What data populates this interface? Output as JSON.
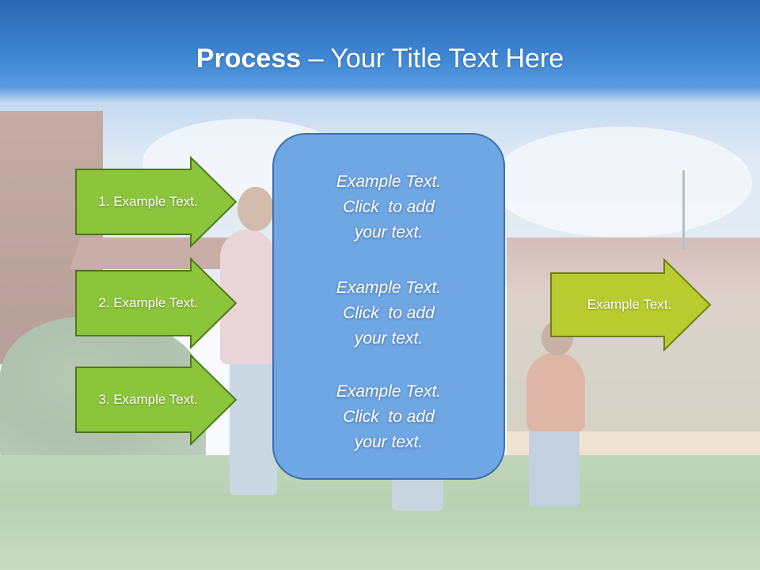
{
  "title": {
    "bold": "Process",
    "rest": " – Your Title Text Here"
  },
  "left_arrows": [
    {
      "label": "1. Example Text."
    },
    {
      "label": "2. Example Text."
    },
    {
      "label": "3. Example Text."
    }
  ],
  "center_panel": {
    "blocks": [
      {
        "line1": "Example Text.",
        "line2": "Click  to add",
        "line3": "your text."
      },
      {
        "line1": "Example Text.",
        "line2": "Click  to add",
        "line3": "your text."
      },
      {
        "line1": "Example Text.",
        "line2": "Click  to add",
        "line3": "your text."
      }
    ]
  },
  "right_arrow": {
    "label": "Example Text."
  },
  "colors": {
    "title_band": "#3f86d3",
    "left_arrow_fill": "#8cc43c",
    "left_arrow_border": "#4d7a1a",
    "right_arrow_fill": "#b8cc30",
    "right_arrow_border": "#6f7e14",
    "panel_fill": "#6fa6e4",
    "panel_border": "#3d6fae"
  }
}
